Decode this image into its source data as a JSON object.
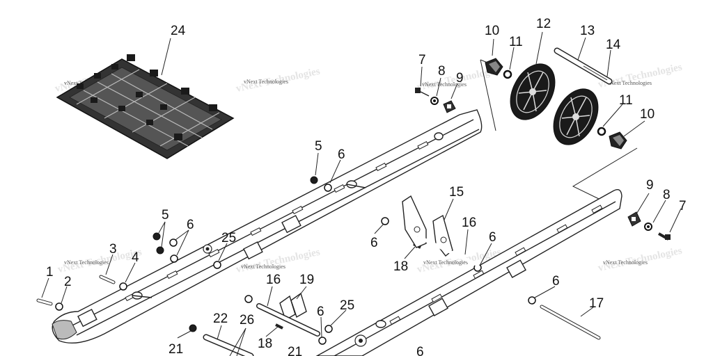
{
  "diagram": {
    "labels": [
      "1",
      "2",
      "3",
      "4",
      "5",
      "5",
      "6",
      "6",
      "6",
      "6",
      "6",
      "6",
      "6",
      "7",
      "7",
      "8",
      "8",
      "9",
      "9",
      "10",
      "10",
      "11",
      "11",
      "12",
      "13",
      "14",
      "15",
      "16",
      "16",
      "17",
      "18",
      "18",
      "19",
      "21",
      "21",
      "22",
      "24",
      "25",
      "25",
      "26"
    ],
    "watermark": "vNext Technologies"
  }
}
